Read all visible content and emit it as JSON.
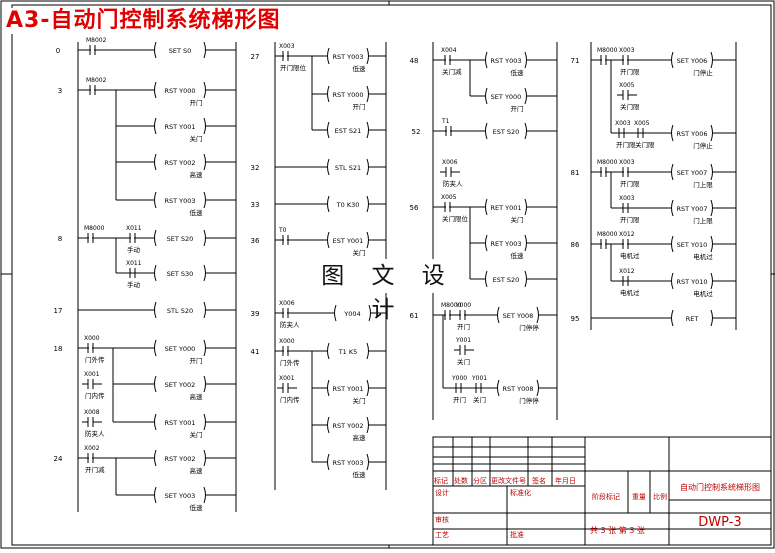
{
  "title": "A3-自动门控制系统梯形图",
  "watermark": "图 文 设 计",
  "rungs": [
    {
      "no": "0",
      "contacts": [
        {
          "addr": "M8002"
        }
      ],
      "coils": [
        {
          "text": "SET  S0"
        }
      ]
    },
    {
      "no": "3",
      "contacts": [
        {
          "addr": "M8002"
        }
      ],
      "coils": [
        {
          "text": "RST  Y000",
          "note": "开门"
        },
        {
          "text": "RST  Y001",
          "note": "关门"
        },
        {
          "text": "RST  Y002",
          "note": "高速"
        },
        {
          "text": "RST  Y003",
          "note": "低速"
        }
      ]
    },
    {
      "no": "8",
      "contacts": [
        {
          "addr": "M8000"
        },
        {
          "addr": "X011",
          "note": "手动"
        },
        {
          "addr": "X011",
          "note": "手动"
        }
      ],
      "coils": [
        {
          "text": "SET  S20"
        },
        {
          "text": "SET  S30"
        }
      ]
    },
    {
      "no": "17",
      "coils": [
        {
          "text": "STL  S20"
        }
      ]
    },
    {
      "no": "18",
      "contacts": [
        {
          "addr": "X000",
          "note": "门外传"
        },
        {
          "addr": "X001",
          "note": "门内传"
        },
        {
          "addr": "X008",
          "note": "防夹人"
        }
      ],
      "coils": [
        {
          "text": "SET  Y000",
          "note": "开门"
        },
        {
          "text": "SET  Y002",
          "note": "高速"
        },
        {
          "text": "RST  Y001",
          "note": "关门"
        }
      ]
    },
    {
      "no": "24",
      "contacts": [
        {
          "addr": "X002",
          "note": "开门减"
        }
      ],
      "coils": [
        {
          "text": "RST  Y002",
          "note": "高速"
        },
        {
          "text": "SET  Y003",
          "note": "低速"
        }
      ]
    },
    {
      "no": "27",
      "contacts": [
        {
          "addr": "X003",
          "note": "开门限位"
        }
      ],
      "coils": [
        {
          "text": "RST  Y003",
          "note": "低速"
        },
        {
          "text": "RST  Y000",
          "note": "开门"
        },
        {
          "text": "EST  S21"
        }
      ]
    },
    {
      "no": "32",
      "coils": [
        {
          "text": "STL  S21"
        }
      ]
    },
    {
      "no": "33",
      "coils": [
        {
          "text": "T0  K30"
        }
      ]
    },
    {
      "no": "36",
      "contacts": [
        {
          "addr": "T0"
        }
      ],
      "coils": [
        {
          "text": "EST  Y001",
          "note": "关门"
        }
      ]
    },
    {
      "no": "39",
      "contacts": [
        {
          "addr": "X006",
          "note": "防夹人"
        }
      ],
      "coils": [
        {
          "text": "Y004"
        }
      ]
    },
    {
      "no": "41",
      "contacts": [
        {
          "addr": "X000",
          "note": "门外传"
        },
        {
          "addr": "X001",
          "note": "门内传"
        }
      ],
      "coils": [
        {
          "text": "T1  K5"
        },
        {
          "text": "RST  Y001",
          "note": "关门"
        },
        {
          "text": "RST  Y002",
          "note": "高速"
        },
        {
          "text": "RST  Y003",
          "note": "低速"
        }
      ]
    },
    {
      "no": "48",
      "contacts": [
        {
          "addr": "X004",
          "note": "关门减"
        }
      ],
      "coils": [
        {
          "text": "RST  Y003",
          "note": "低速"
        },
        {
          "text": "SET  Y000",
          "note": "开门"
        }
      ]
    },
    {
      "no": "52",
      "contacts": [
        {
          "addr": "T1"
        },
        {
          "addr": "X006",
          "note": "防夹人"
        }
      ],
      "coils": [
        {
          "text": "EST  S20"
        }
      ]
    },
    {
      "no": "56",
      "contacts": [
        {
          "addr": "X005",
          "note": "关门限位"
        }
      ],
      "coils": [
        {
          "text": "RET  Y001",
          "note": "关门"
        },
        {
          "text": "RET  Y003",
          "note": "低速"
        },
        {
          "text": "EST  S20"
        }
      ]
    },
    {
      "no": "61",
      "contacts": [
        {
          "addr": "M8000"
        },
        {
          "addr": "Y000",
          "note": "开门"
        },
        {
          "addr": "Y001",
          "note": "关门"
        },
        {
          "addr": "Y000",
          "note": "开门"
        },
        {
          "addr": "Y001",
          "note": "关门"
        }
      ],
      "coils": [
        {
          "text": "SET  Y008",
          "note": "门停停"
        },
        {
          "text": "RST  Y008",
          "note": "门停停"
        }
      ]
    },
    {
      "no": "71",
      "contacts": [
        {
          "addr": "M8000"
        },
        {
          "addr": "X003",
          "note": "开门限"
        },
        {
          "addr": "X005",
          "note": "关门限"
        },
        {
          "addr": "X003",
          "note": "开门限"
        },
        {
          "addr": "X005",
          "note": "关门限"
        }
      ],
      "coils": [
        {
          "text": "SET  Y006",
          "note": "门停止"
        },
        {
          "text": "RST  Y006",
          "note": "门停止"
        }
      ]
    },
    {
      "no": "81",
      "contacts": [
        {
          "addr": "M8000"
        },
        {
          "addr": "X003",
          "note": "开门限"
        },
        {
          "addr": "X003",
          "note": "开门限"
        }
      ],
      "coils": [
        {
          "text": "SET  Y007",
          "note": "门上限"
        },
        {
          "text": "RST  Y007",
          "note": "门上限"
        }
      ]
    },
    {
      "no": "86",
      "contacts": [
        {
          "addr": "M8000"
        },
        {
          "addr": "X012",
          "note": "电机过"
        },
        {
          "addr": "X012",
          "note": "电机过"
        }
      ],
      "coils": [
        {
          "text": "SET  Y010",
          "note": "电机过"
        },
        {
          "text": "RST  Y010",
          "note": "电机过"
        }
      ]
    },
    {
      "no": "95",
      "coils": [
        {
          "text": "RET"
        }
      ]
    }
  ],
  "title_block": {
    "row1": [
      "标记",
      "处数",
      "分区",
      "更改文件号",
      "签名",
      "年月日"
    ],
    "row2": [
      "设计",
      "",
      "",
      "标准化"
    ],
    "row3": [
      "审核"
    ],
    "row4": [
      "工艺",
      "",
      "",
      "批准"
    ],
    "mid": [
      "阶段标记",
      "重量",
      "比例"
    ],
    "sheet_info": "共 3 张  第 3 张",
    "drawing_title": "自动门控制系统梯形图",
    "drawing_no": "DWP-3"
  }
}
